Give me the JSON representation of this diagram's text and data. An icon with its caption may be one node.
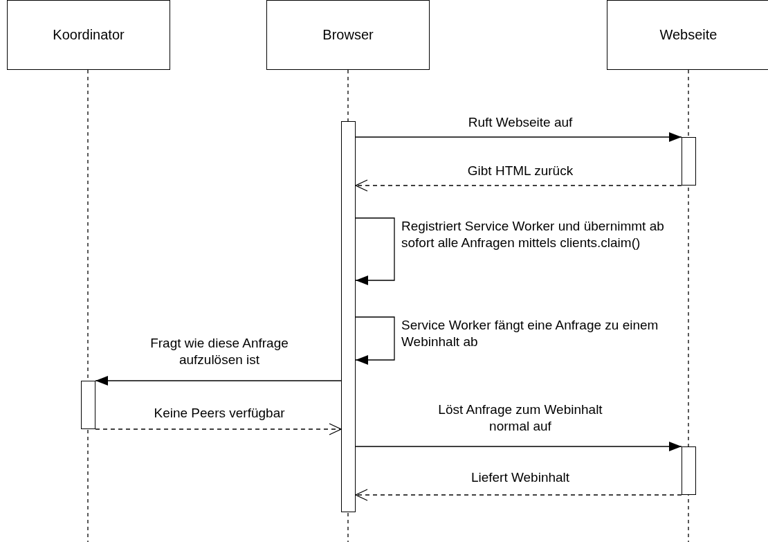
{
  "diagram": {
    "nodes": [
      {
        "text": [
          "Koordinator"
        ]
      },
      {
        "text": [
          "Browser"
        ]
      },
      {
        "text": [
          "Webseite"
        ]
      },
      {
        "text": [],
        "shape": "bar"
      },
      {
        "text": [],
        "shape": "bar"
      },
      {
        "text": [],
        "shape": "bar"
      },
      {
        "text": [],
        "shape": "bar"
      }
    ],
    "edges": [
      {
        "from": 3,
        "to": 4,
        "arrow": "to",
        "label": "Ruft Webseite auf"
      },
      {
        "from": 4,
        "to": 3,
        "arrow": "to",
        "style": "dashed",
        "label": "Gibt HTML zurück"
      },
      {
        "from": 3,
        "to": 3,
        "arrow": "to",
        "label": "Registriert Service Worker und übernimmt ab sofort alle Anfragen mittels clients.claim()"
      },
      {
        "from": 3,
        "to": 3,
        "arrow": "to",
        "label": "Service Worker fängt eine Anfrage zu einem Webinhalt ab"
      },
      {
        "from": 3,
        "to": 5,
        "arrow": "to",
        "label": "Fragt wie diese Anfrage aufzulösen ist"
      },
      {
        "from": 5,
        "to": 3,
        "arrow": "to",
        "style": "dashed",
        "label": "Keine Peers verfügbar"
      },
      {
        "from": 3,
        "to": 6,
        "arrow": "to",
        "label": "Löst Anfrage zum Webinhalt normal auf"
      },
      {
        "from": 6,
        "to": 3,
        "arrow": "to",
        "style": "dashed",
        "label": "Liefert Webinhalt"
      }
    ]
  }
}
